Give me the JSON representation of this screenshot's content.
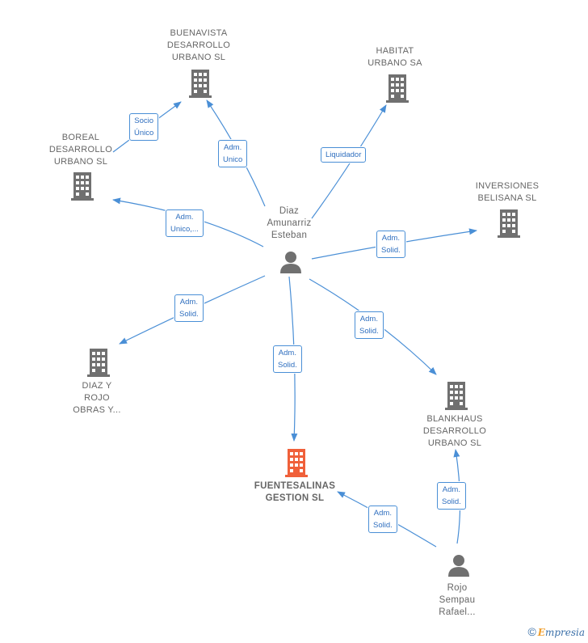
{
  "nodes": {
    "center_person": {
      "label": "Diaz\nAmunarriz\nEsteban"
    },
    "buenavista": {
      "label": "BUENAVISTA\nDESARROLLO\nURBANO  SL"
    },
    "habitat": {
      "label": "HABITAT\nURBANO SA"
    },
    "boreal": {
      "label": "BOREAL\nDESARROLLO\nURBANO  SL"
    },
    "inversiones": {
      "label": "INVERSIONES\nBELISANA  SL"
    },
    "diaz_rojo": {
      "label": "DIAZ Y\nROJO\nOBRAS Y..."
    },
    "fuentesalinas": {
      "label": "FUENTESALINAS\nGESTION  SL"
    },
    "blankhaus": {
      "label": "BLANKHAUS\nDESARROLLO\nURBANO  SL"
    },
    "rojo_person": {
      "label": "Rojo\nSempau\nRafael..."
    }
  },
  "edges": {
    "socio_unico": "Socio\nÚnico",
    "adm_unico_buenavista": "Adm.\nUnico",
    "liquidador": "Liquidador",
    "adm_unico_boreal": "Adm.\nUnico,...",
    "adm_solid_inversiones": "Adm.\nSolid.",
    "adm_solid_diaz": "Adm.\nSolid.",
    "adm_solid_fuentesalinas": "Adm.\nSolid.",
    "adm_solid_blankhaus": "Adm.\nSolid.",
    "adm_solid_rojo_blankhaus": "Adm.\nSolid.",
    "adm_solid_rojo_fuentesalinas": "Adm.\nSolid."
  },
  "colors": {
    "edge": "#4a8fd6",
    "building": "#707070",
    "building_highlight": "#f0603a",
    "person": "#707070"
  },
  "footer": {
    "copyright_symbol": "©",
    "brand_first": "E",
    "brand_rest": "mpresia"
  }
}
